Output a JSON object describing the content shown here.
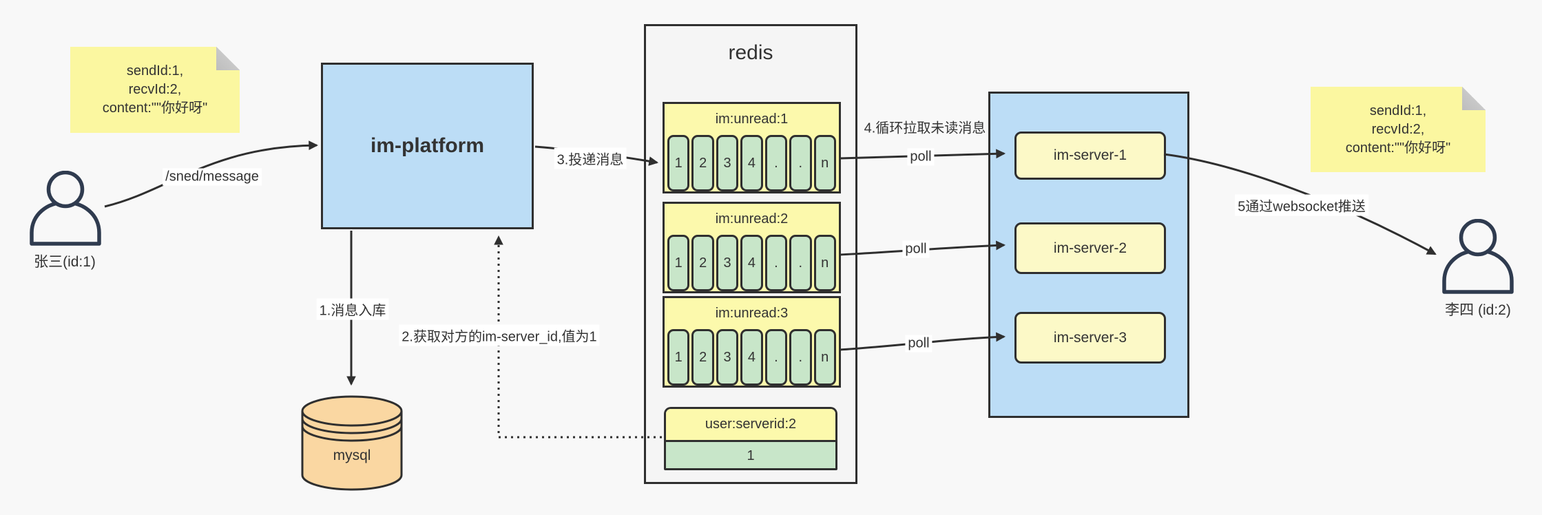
{
  "notes": {
    "left": {
      "lines": [
        "sendId:1,",
        "recvId:2,",
        "content:\"\"你好呀\""
      ]
    },
    "right": {
      "lines": [
        "sendId:1,",
        "recvId:2,",
        "content:\"\"你好呀\""
      ]
    }
  },
  "actors": {
    "sender": {
      "label": "张三(id:1)"
    },
    "receiver": {
      "label": "李四 (id:2)"
    }
  },
  "platform": {
    "label": "im-platform"
  },
  "database": {
    "label": "mysql"
  },
  "redis": {
    "title": "redis",
    "queues": [
      {
        "header": "im:unread:1",
        "cells": [
          "1",
          "2",
          "3",
          "4",
          ".",
          ".",
          "n"
        ]
      },
      {
        "header": "im:unread:2",
        "cells": [
          "1",
          "2",
          "3",
          "4",
          ".",
          ".",
          "n"
        ]
      },
      {
        "header": "im:unread:3",
        "cells": [
          "1",
          "2",
          "3",
          "4",
          ".",
          ".",
          "n"
        ]
      }
    ],
    "mapping": {
      "header": "user:serverid:2",
      "value": "1"
    }
  },
  "servers": {
    "items": [
      {
        "label": "im-server-1"
      },
      {
        "label": "im-server-2"
      },
      {
        "label": "im-server-3"
      }
    ]
  },
  "edges": {
    "send": {
      "label": "/sned/message"
    },
    "store": {
      "label": "1.消息入库"
    },
    "lookup": {
      "label": "2.获取对方的im-server_id,值为1"
    },
    "deliver": {
      "label": "3.投递消息"
    },
    "pull": {
      "label": "4.循环拉取未读消息"
    },
    "poll_1": {
      "label": "poll"
    },
    "poll_2": {
      "label": "poll"
    },
    "poll_3": {
      "label": "poll"
    },
    "push": {
      "label": "5通过websocket推送"
    }
  },
  "colors": {
    "background": "#f8f8f8",
    "stroke": "#2f2f2f",
    "node_blue": "#bcddf6",
    "note_yellow": "#fbf7a0",
    "queue_yellow": "#fcf9ac",
    "server_yellow": "#fcf9c7",
    "cell_green": "#c8e6c9",
    "db_orange": "#fad7a2",
    "redis_gray": "#f5f5f5"
  }
}
